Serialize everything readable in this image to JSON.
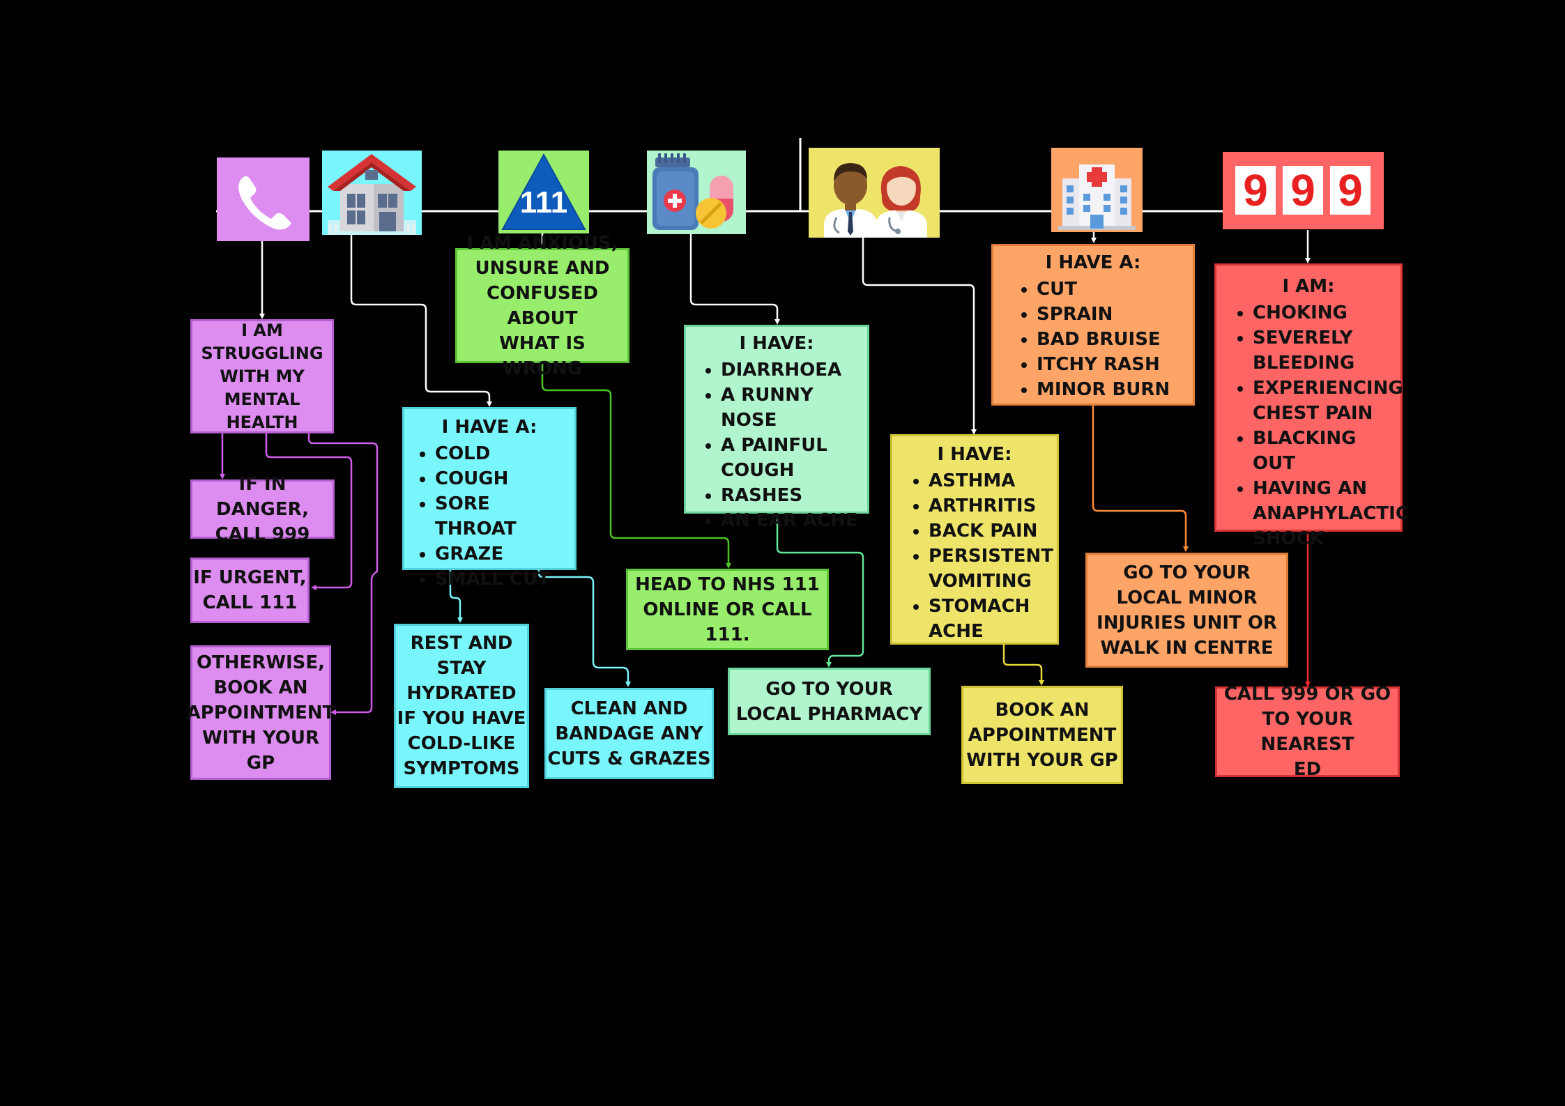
{
  "colors": {
    "purple": "#dd8df0",
    "cyan": "#79f6fc",
    "green": "#98ee6c",
    "mint": "#b0f5cd",
    "yellow": "#efe46a",
    "orange": "#ffa467",
    "red": "#ff6565",
    "background": "#000000",
    "timeline": "#ffffff"
  },
  "icons": {
    "phone": "phone-icon",
    "home": "house-icon",
    "nhs111": {
      "name": "nhs-111-triangle-icon",
      "label": "111"
    },
    "pharmacy": "medicine-bottle-and-pills-icon",
    "gp": "doctors-icon",
    "hospital": "hospital-building-icon",
    "emergency": {
      "name": "999-sign-icon",
      "digits": [
        "9",
        "9",
        "9"
      ]
    }
  },
  "mental_health": {
    "trigger": [
      "I AM",
      "STRUGGLING",
      "WITH MY",
      "MENTAL HEALTH"
    ],
    "danger": [
      "IF IN DANGER,",
      "CALL 999"
    ],
    "urgent": [
      "IF URGENT,",
      "CALL 111"
    ],
    "otherwise": [
      "OTHERWISE,",
      "BOOK AN",
      "APPOINTMENT",
      "WITH YOUR GP"
    ]
  },
  "self_care": {
    "heading": "I HAVE A:",
    "items": [
      "COLD",
      "COUGH",
      "SORE THROAT",
      "GRAZE",
      "SMALL CUT"
    ],
    "rest": [
      "REST AND",
      "STAY",
      "HYDRATED",
      "IF YOU HAVE",
      "COLD-LIKE",
      "SYMPTOMS"
    ],
    "bandage": [
      "CLEAN AND",
      "BANDAGE ANY",
      "CUTS & GRAZES"
    ]
  },
  "nhs111": {
    "trigger": [
      "I AM ANXIOUS,",
      "UNSURE AND",
      "CONFUSED ABOUT",
      "WHAT IS WRONG"
    ],
    "action": [
      "HEAD TO NHS 111",
      "ONLINE OR CALL",
      "111."
    ]
  },
  "pharmacy": {
    "heading": "I HAVE:",
    "items": [
      "DIARRHOEA",
      "A RUNNY NOSE",
      "A PAINFUL COUGH",
      "RASHES",
      "AN EAR ACHE"
    ],
    "action": [
      "GO TO YOUR",
      "LOCAL PHARMACY"
    ]
  },
  "gp": {
    "heading": "I HAVE:",
    "items": [
      "ASTHMA",
      "ARTHRITIS",
      "BACK PAIN",
      "PERSISTENT VOMITING",
      "STOMACH ACHE"
    ],
    "action": [
      "BOOK AN",
      "APPOINTMENT",
      "WITH YOUR GP"
    ]
  },
  "minor_injuries": {
    "heading": "I HAVE A:",
    "items": [
      "CUT",
      "SPRAIN",
      "BAD BRUISE",
      "ITCHY RASH",
      "MINOR BURN"
    ],
    "action": [
      "GO TO YOUR",
      "LOCAL MINOR",
      "INJURIES UNIT OR",
      "WALK IN CENTRE"
    ]
  },
  "emergency": {
    "heading": "I AM:",
    "items": [
      "CHOKING",
      "SEVERELY BLEEDING",
      "EXPERIENCING CHEST PAIN",
      "BLACKING OUT",
      "HAVING AN ANAPHYLACTIC SHOCK"
    ],
    "action": [
      "CALL 999 OR GO",
      "TO YOUR NEAREST",
      "ED"
    ]
  }
}
